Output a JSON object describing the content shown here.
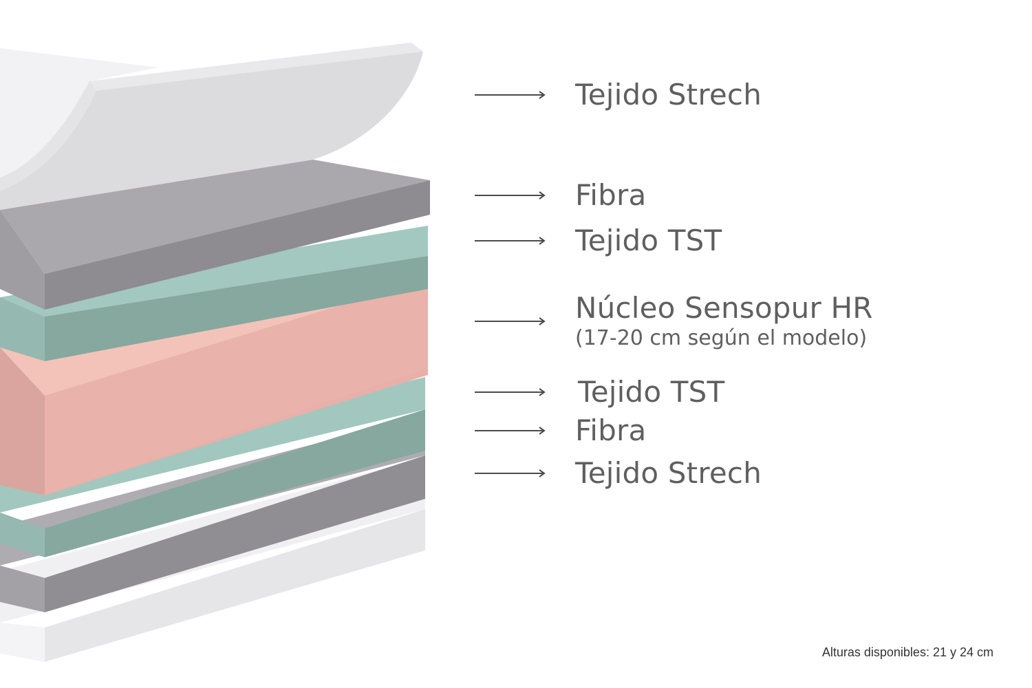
{
  "layers": [
    {
      "label": "Tejido Strech"
    },
    {
      "label": "Fibra"
    },
    {
      "label": "Tejido TST"
    },
    {
      "label": "Núcleo Sensopur HR",
      "sublabel": "(17-20 cm según el modelo)"
    },
    {
      "label": "Tejido TST"
    },
    {
      "label": "Fibra"
    },
    {
      "label": "Tejido Strech"
    }
  ],
  "footnote": "Alturas disponibles: 21 y 24 cm",
  "colors": {
    "strech": "#d9d9dc",
    "fibra": "#9a979d",
    "tst": "#94b9b1",
    "core": "#ecb2aa",
    "text": "#5f5f5f",
    "arrow": "#4a4a4a"
  }
}
